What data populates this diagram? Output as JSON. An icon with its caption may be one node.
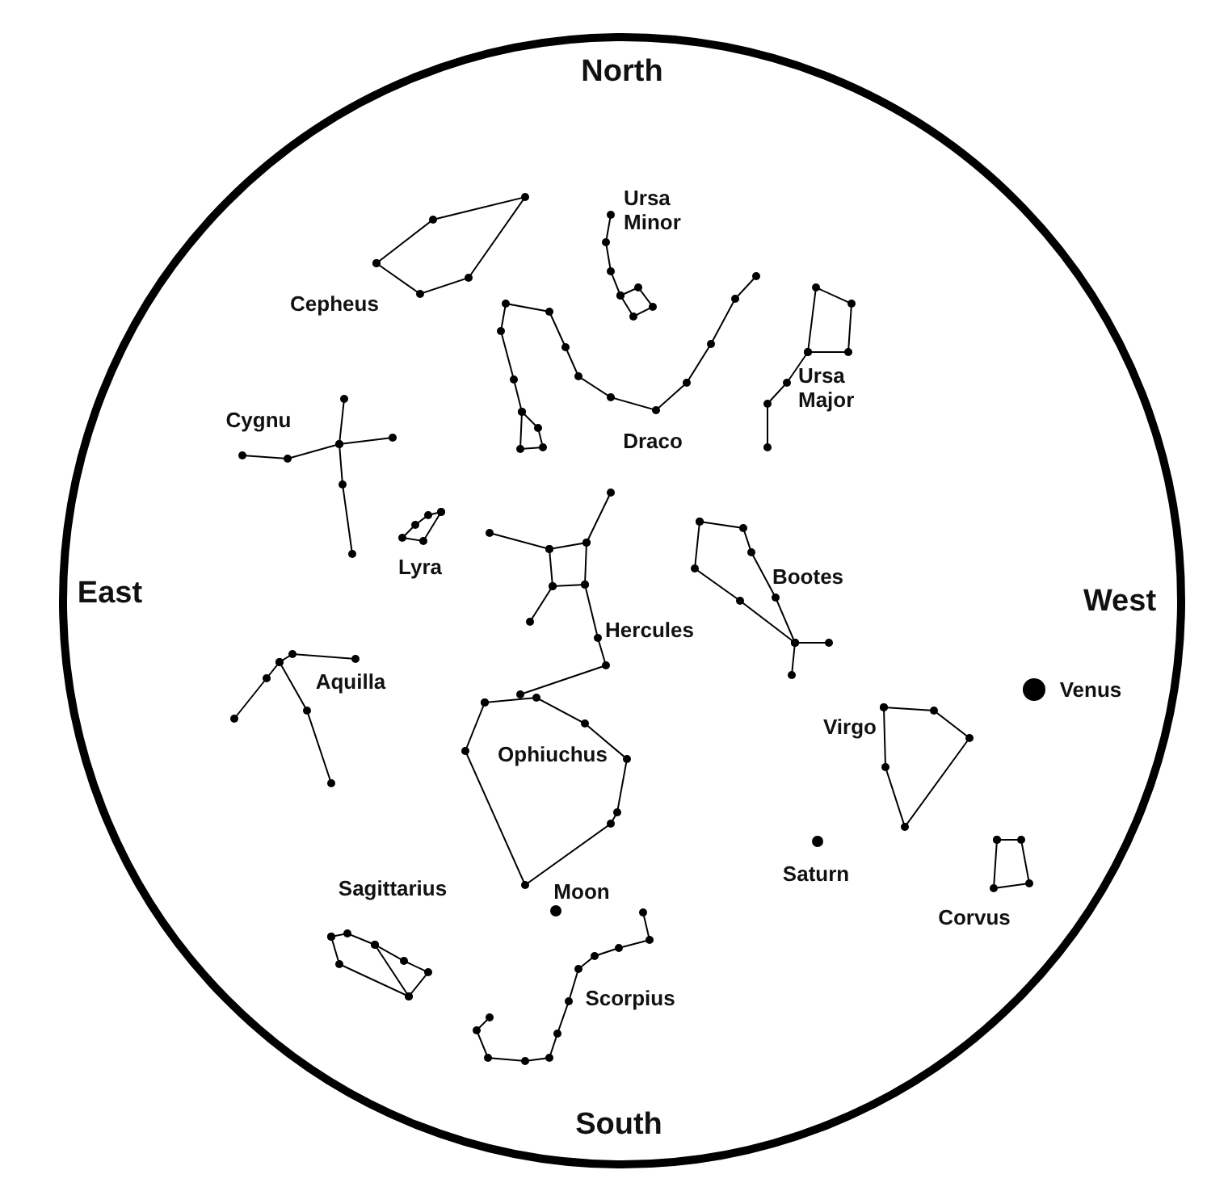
{
  "diagram": {
    "labels": [
      "North",
      "Cepheus",
      "Ursa Minor",
      "Cygnu",
      "Draco",
      "Ursa Major",
      "Lyra",
      "East",
      "Bootes",
      "West",
      "Hercules",
      "Aquilla",
      "Venus",
      "Virgo",
      "Ophiuchus",
      "Saturn",
      "Sagittarius",
      "Moon",
      "Corvus",
      "Scorpius",
      "South"
    ]
  }
}
